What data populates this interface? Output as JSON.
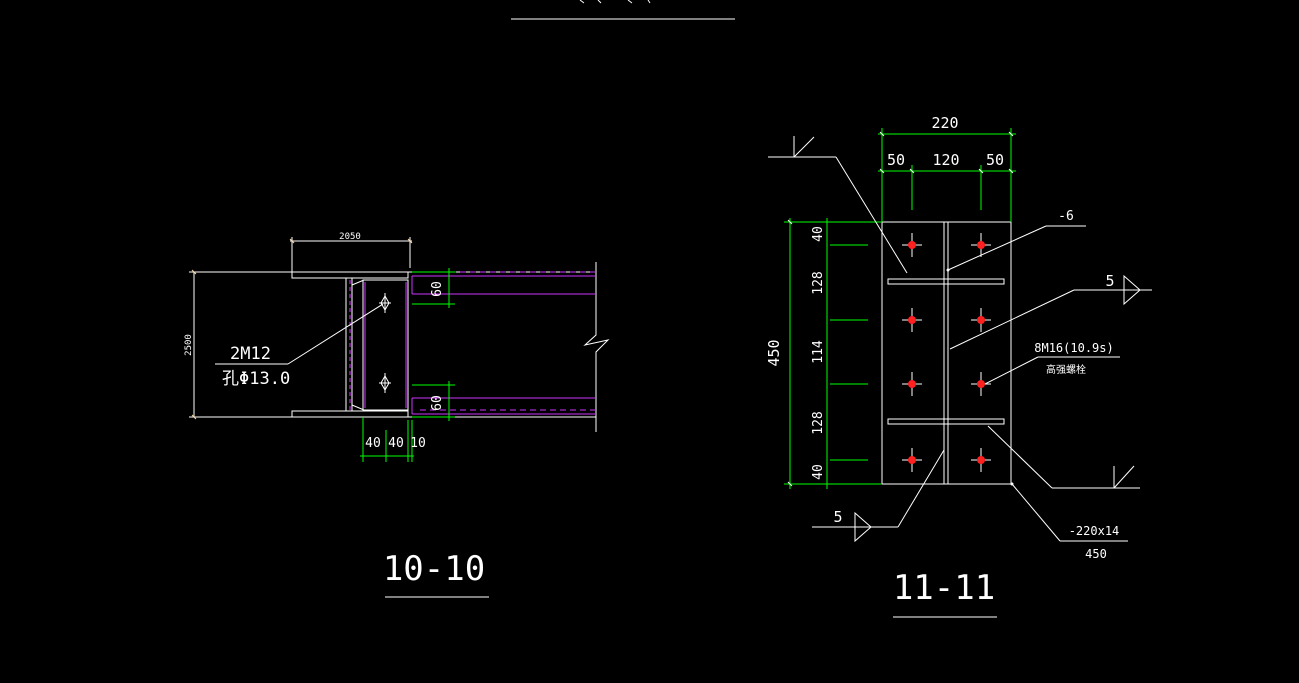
{
  "colors": {
    "background": "#000000",
    "outline": "#ffffff",
    "dimension": "#00ff00",
    "member": "#cc33ff",
    "bolt": "#ff2020",
    "annotation_text": "#ffffff"
  },
  "section_10": {
    "title": "10-10",
    "dim_top": "2050",
    "dim_left": "2500",
    "dim_60_top": "60",
    "dim_60_bottom": "60",
    "dim_bottom": [
      "40",
      "40",
      "10"
    ],
    "bolt_label": "2M12",
    "hole_label": "孔Φ13.0"
  },
  "section_11": {
    "title": "11-11",
    "dim_top_total": "220",
    "dim_top_parts": [
      "50",
      "120",
      "50"
    ],
    "dim_left_total": "450",
    "dim_left_parts": [
      "40",
      "128",
      "114",
      "128",
      "40"
    ],
    "label_web": "-6",
    "label_weld_top": "5",
    "label_weld_bottom": "5",
    "bolt_spec": "8M16(10.9s)",
    "bolt_type": "高强螺栓",
    "plate_top": "-220x14",
    "plate_bottom": "450"
  }
}
